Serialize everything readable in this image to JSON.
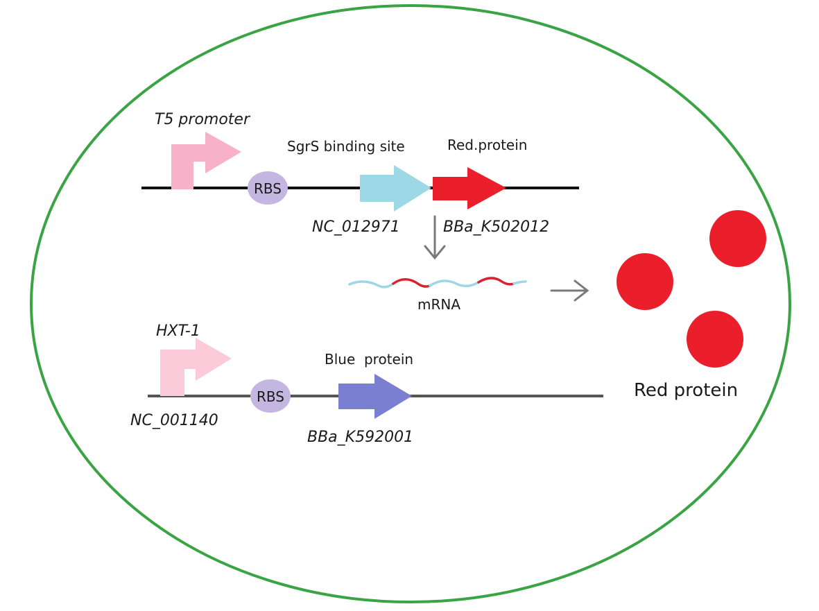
{
  "colors": {
    "cell_border": "#3aa444",
    "dna_line_top": "#111111",
    "dna_line_bottom": "#555555",
    "t5_promoter": "#f7b1c8",
    "hxt1_promoter": "#fbcbda",
    "rbs": "#c3b7e2",
    "sgrs_site": "#9dd8e6",
    "red_protein": "#ea1f2b",
    "blue_protein": "#7b7fd1",
    "mrna_blue": "#9ed6e5",
    "mrna_red": "#d7232f",
    "flow_arrow": "#7a7a7a"
  },
  "construct_top": {
    "promoter_label": "T5 promoter",
    "rbs_label": "RBS",
    "site_label": "SgrS binding site",
    "site_accession": "NC_012971",
    "gene_label": "Red.protein",
    "gene_part": "BBa_K502012"
  },
  "mrna": {
    "label": "mRNA"
  },
  "construct_bottom": {
    "promoter_label": "HXT-1",
    "promoter_accession": "NC_001140",
    "rbs_label": "RBS",
    "gene_label": "Blue  protein",
    "gene_part": "BBa_K592001"
  },
  "output": {
    "label": "Red protein"
  }
}
